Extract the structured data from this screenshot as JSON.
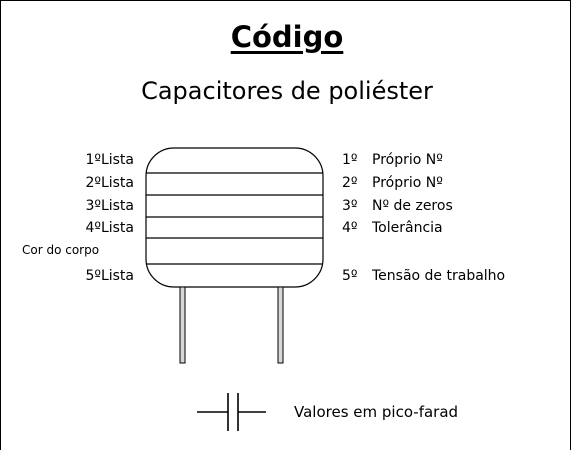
{
  "title": "Código",
  "subtitle": "Capacitores de poliéster",
  "left_labels": [
    "1ºLista",
    "2ºLista",
    "3ºLista",
    "4ºLista",
    "5ºLista"
  ],
  "body_color_label": "Cor do corpo",
  "right_labels": [
    {
      "num": "1º",
      "text": "Próprio Nº"
    },
    {
      "num": "2º",
      "text": "Próprio Nº"
    },
    {
      "num": "3º",
      "text": "Nº de zeros"
    },
    {
      "num": "4º",
      "text": "Tolerância"
    },
    {
      "num": "5º",
      "text": "Tensão de trabalho"
    }
  ],
  "symbol_note": "Valores em pico-farad"
}
